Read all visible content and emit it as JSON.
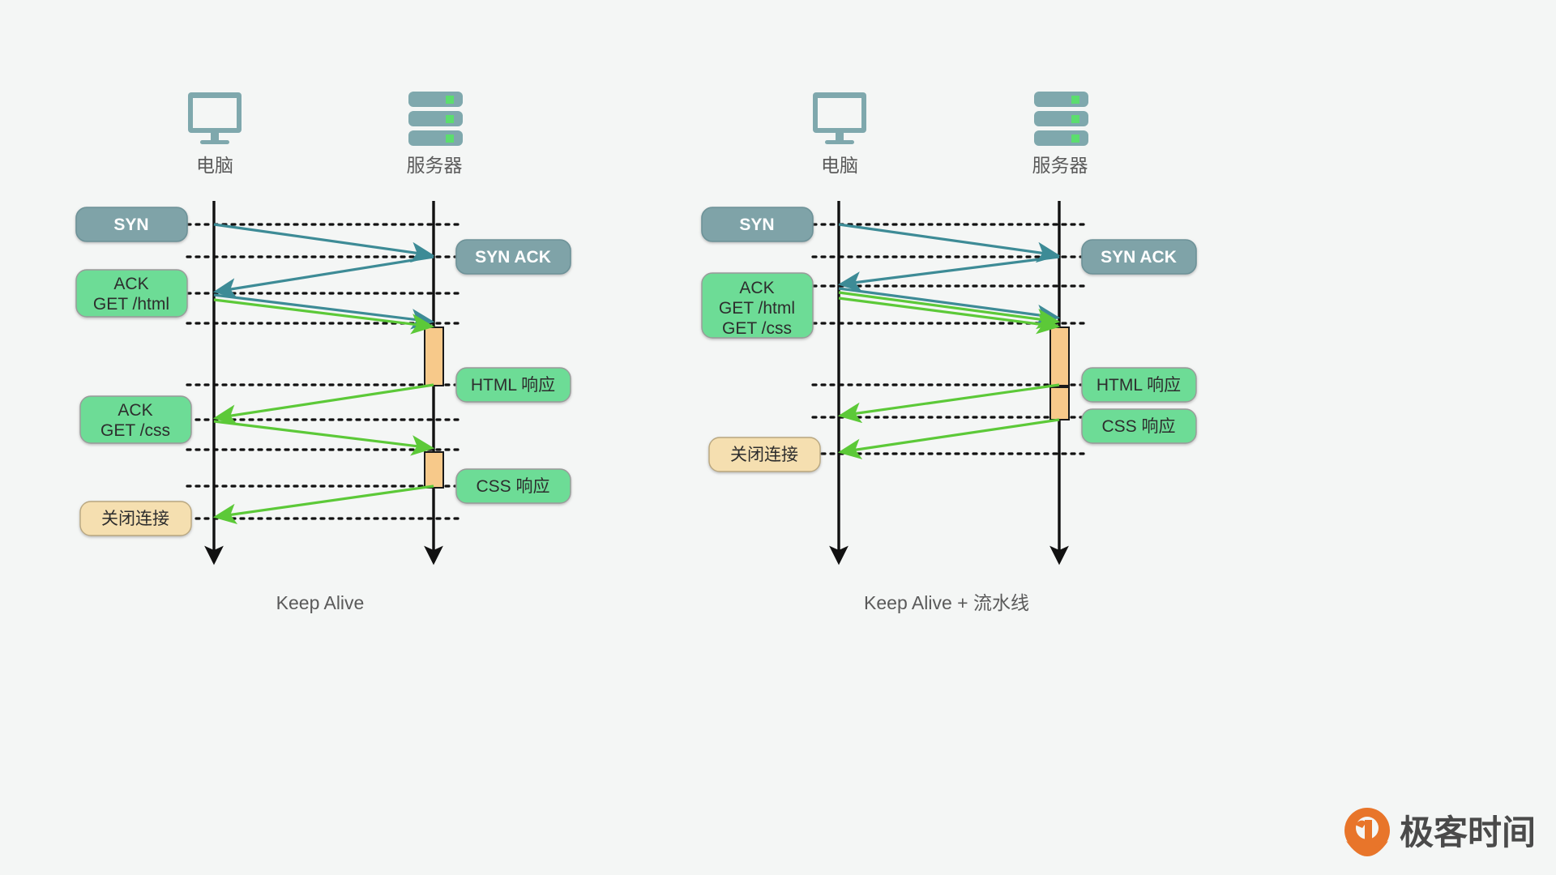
{
  "theme": {
    "background": "#f4f6f5",
    "lifeline": "#111111",
    "dotted": "#111111",
    "tcp_arrow": "#3d8b96",
    "http_arrow": "#5cc938",
    "box_syn_fill": "#7fa3a8",
    "box_syn_stroke": "#6d9298",
    "box_green_fill": "#6ddc96",
    "box_green_stroke": "#9a9a9a",
    "box_tan_fill": "#f5dfb0",
    "box_tan_stroke": "#b9a77f",
    "proc_bar_fill": "#f7c98a",
    "proc_bar_stroke": "#1a1a1a",
    "icon_color": "#7fa8ad",
    "icon_led": "#5cdd6e",
    "label_color": "#5a5a5a",
    "logo_orange": "#e8752a"
  },
  "panels": [
    {
      "id": "keep-alive",
      "caption": "Keep Alive",
      "actors": [
        {
          "id": "client",
          "label": "电脑",
          "icon": "monitor-icon"
        },
        {
          "id": "server",
          "label": "服务器",
          "icon": "server-icon"
        }
      ],
      "message_boxes": [
        {
          "id": "syn",
          "text": [
            "SYN"
          ],
          "style": "syn"
        },
        {
          "id": "syn-ack",
          "text": [
            "SYN ACK"
          ],
          "style": "syn"
        },
        {
          "id": "ack-html",
          "text": [
            "ACK",
            "GET /html"
          ],
          "style": "green"
        },
        {
          "id": "html-resp",
          "text": [
            "HTML 响应"
          ],
          "style": "green"
        },
        {
          "id": "ack-css",
          "text": [
            "ACK",
            "GET /css"
          ],
          "style": "green"
        },
        {
          "id": "css-resp",
          "text": [
            "CSS 响应"
          ],
          "style": "green"
        },
        {
          "id": "close-conn",
          "text": [
            "关闭连接"
          ],
          "style": "tan"
        }
      ]
    },
    {
      "id": "keep-alive-pipeline",
      "caption": "Keep Alive + 流水线",
      "actors": [
        {
          "id": "client",
          "label": "电脑",
          "icon": "monitor-icon"
        },
        {
          "id": "server",
          "label": "服务器",
          "icon": "server-icon"
        }
      ],
      "message_boxes": [
        {
          "id": "syn",
          "text": [
            "SYN"
          ],
          "style": "syn"
        },
        {
          "id": "syn-ack",
          "text": [
            "SYN ACK"
          ],
          "style": "syn"
        },
        {
          "id": "ack-htmlcss",
          "text": [
            "ACK",
            "GET /html",
            "GET /css"
          ],
          "style": "green"
        },
        {
          "id": "html-resp",
          "text": [
            "HTML 响应"
          ],
          "style": "green"
        },
        {
          "id": "css-resp",
          "text": [
            "CSS 响应"
          ],
          "style": "green"
        },
        {
          "id": "close-conn",
          "text": [
            "关闭连接"
          ],
          "style": "tan"
        }
      ]
    }
  ],
  "branding": {
    "name": "极客时间",
    "icon": "geek-time-logo-icon"
  }
}
